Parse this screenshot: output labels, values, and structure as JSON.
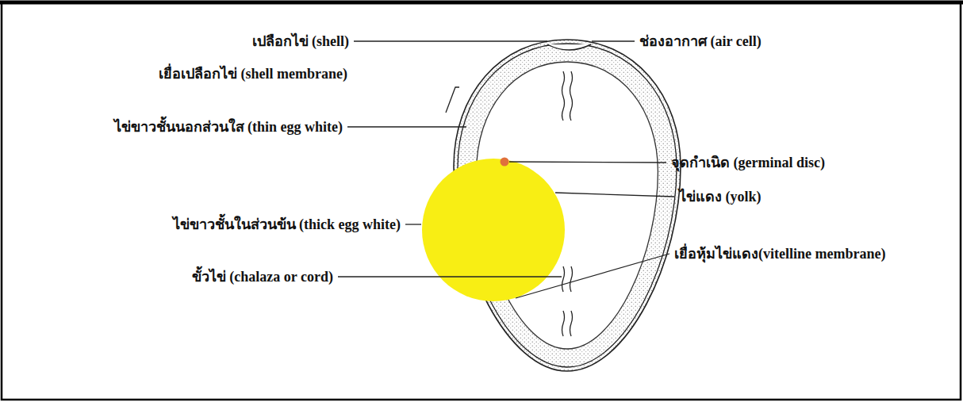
{
  "diagram": {
    "labels": [
      "เปลือกไข่ (shell)",
      "ช่องอากาศ (air cell)",
      "เยื่อเปลือกไข่ (shell membrane)",
      "ไข่ขาวชั้นนอกส่วนใส (thin egg white)",
      "จุดกำเนิด (germinal disc)",
      "ไข่แดง (yolk)",
      "ไข่ขาวชั้นในส่วนข้น (thick egg white)",
      "เยื่อหุ้มไข่แดง(vitelline membrane)",
      "ขั้วไข่ (chalaza or cord)"
    ]
  }
}
